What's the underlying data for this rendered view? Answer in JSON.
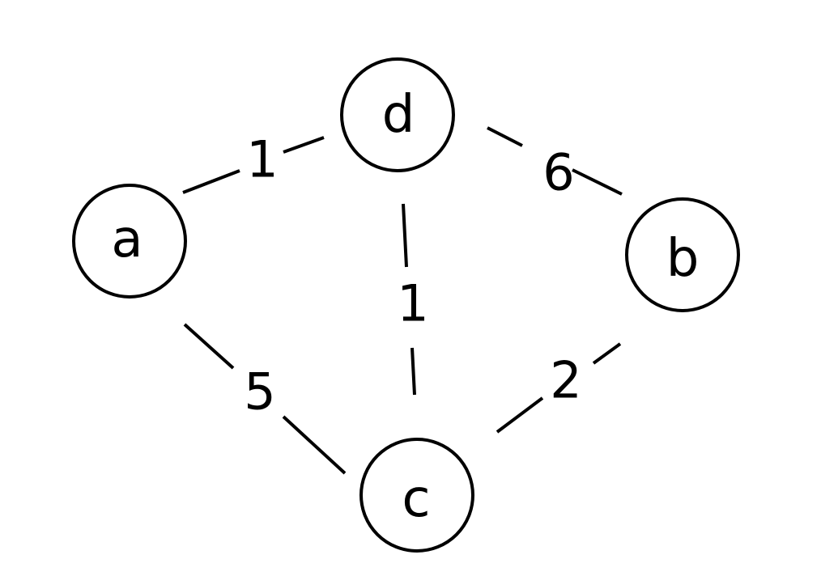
{
  "graph": {
    "nodes": [
      {
        "id": "a",
        "label": "a"
      },
      {
        "id": "d",
        "label": "d"
      },
      {
        "id": "b",
        "label": "b"
      },
      {
        "id": "c",
        "label": "c"
      }
    ],
    "edges": [
      {
        "from": "a",
        "to": "d",
        "weight": "1"
      },
      {
        "from": "d",
        "to": "b",
        "weight": "6"
      },
      {
        "from": "d",
        "to": "c",
        "weight": "1"
      },
      {
        "from": "a",
        "to": "c",
        "weight": "5"
      },
      {
        "from": "b",
        "to": "c",
        "weight": "2"
      }
    ]
  }
}
